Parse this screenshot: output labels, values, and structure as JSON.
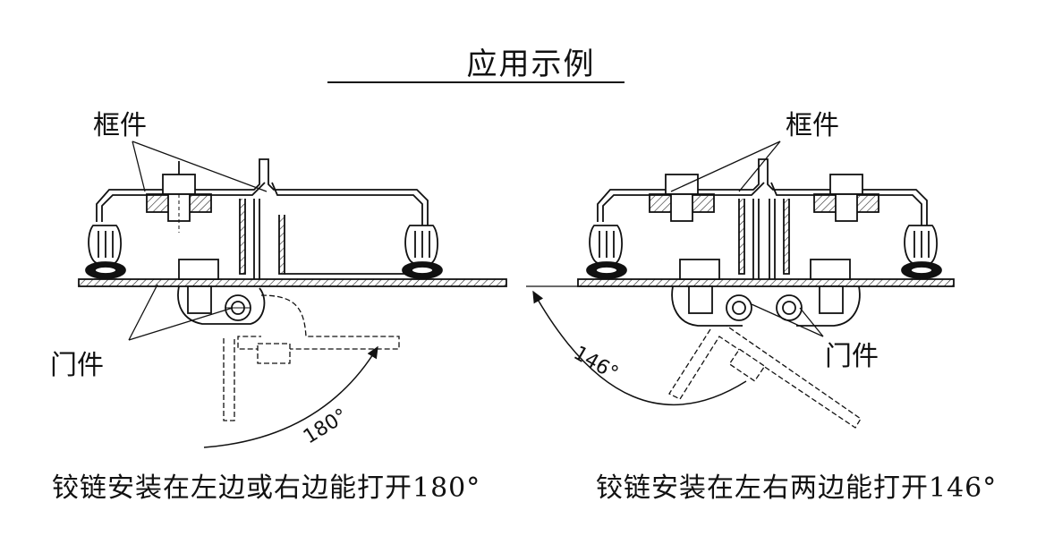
{
  "title": "应用示例",
  "left": {
    "label_frame": "框件",
    "label_door": "门件",
    "angle": "180°",
    "caption": "铰链安装在左边或右边能打开180°"
  },
  "right": {
    "label_frame": "框件",
    "label_door": "门件",
    "angle": "146°",
    "caption": "铰链安装在左右两边能打开146°"
  }
}
